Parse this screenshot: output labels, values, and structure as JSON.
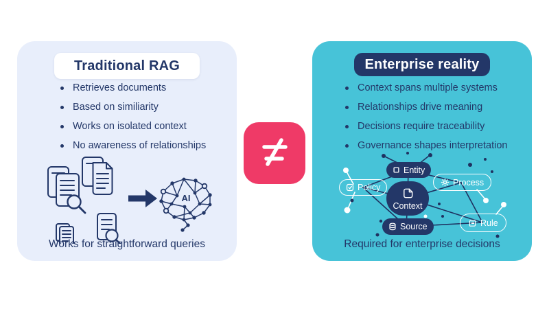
{
  "colors": {
    "navy": "#233768",
    "teal": "#47C3D8",
    "lavender": "#E8EEFB",
    "pink": "#EF3A67",
    "white": "#FFFFFF"
  },
  "left_card": {
    "title": "Traditional RAG",
    "bullets": [
      "Retrieves documents",
      "Based on similiarity",
      "Works on isolated context",
      "No awareness of relationships"
    ],
    "illustration": {
      "ai_label": "AI",
      "icons": [
        "document-stack-icon",
        "magnifier-icon",
        "notepad-icon",
        "arrow-right-icon",
        "ai-brain-network-icon"
      ]
    },
    "caption": "Works for straightforward queries"
  },
  "divider": {
    "symbol": "≠",
    "icon": "not-equal-icon"
  },
  "right_card": {
    "title": "Enterprise reality",
    "bullets": [
      "Context spans multiple systems",
      "Relationships drive meaning",
      "Decisions require traceability",
      "Governance shapes interpretation"
    ],
    "graph": {
      "nodes": [
        {
          "label": "Entity",
          "icon": "square-icon",
          "variant": "solid"
        },
        {
          "label": "Policy",
          "icon": "check-document-icon",
          "variant": "outline"
        },
        {
          "label": "Context",
          "icon": "document-icon",
          "variant": "solid"
        },
        {
          "label": "Process",
          "icon": "gear-icon",
          "variant": "outline"
        },
        {
          "label": "Source",
          "icon": "database-icon",
          "variant": "solid"
        },
        {
          "label": "Rule",
          "icon": "scroll-icon",
          "variant": "outline"
        }
      ]
    },
    "caption": "Required for enterprise decisions"
  }
}
